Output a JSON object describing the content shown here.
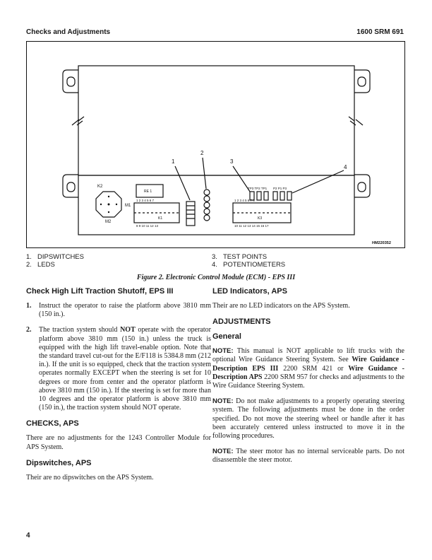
{
  "header": {
    "section": "Checks and Adjustments",
    "doc_id": "1600 SRM 691"
  },
  "figure": {
    "labels": {
      "k2": "K2",
      "m1": "M1",
      "m2": "M2",
      "re1": "RE 1",
      "k1": "K1",
      "k3": "K3",
      "tp": "TP3 TP2 TP1",
      "p": "P2  P1  P3",
      "pins_k1_top": "1  2  3  4  5  6  7",
      "pins_k1_bot": "8  9 10       11 12 13",
      "pins_k3_top": "1  2  3  4  5  6  7  8",
      "pins_k3_bot": "10 11 12 13     14 15 16 17",
      "code": "HM220352"
    },
    "callout_numbers": [
      "1",
      "2",
      "3",
      "4"
    ]
  },
  "callouts": [
    {
      "num": "1.",
      "text": "DIPSWITCHES"
    },
    {
      "num": "2.",
      "text": "LEDS"
    },
    {
      "num": "3.",
      "text": "TEST POINTS"
    },
    {
      "num": "4.",
      "text": "POTENTIOMETERS"
    }
  ],
  "caption": "Figure 2. Electronic Control Module (ECM) - EPS III",
  "left_col": {
    "h1": "Check High Lift Traction Shutoff, EPS III",
    "step1_num": "1.",
    "step1": "Instruct the operator to raise the platform above 3810 mm (150 in.).",
    "step2_num": "2.",
    "step2_a": "The traction system should ",
    "step2_bold": "NOT",
    "step2_b": " operate with the operator platform above 3810 mm (150 in.) unless the truck is equipped with the high lift travel-enable option. Note that the standard travel cut-out for the E/F118 is 5384.8 mm (212 in.). If the unit is so equipped, check that the traction system operates normally EXCEPT when the steering is set for 10 degrees or more from center and the operator platform is above 3810 mm (150 in.). If the steering is set for more than 10 degrees and the operator platform is above 3810 mm (150 in.), the traction system should NOT operate.",
    "h2": "CHECKS, APS",
    "p2": "There are no adjustments for the 1243 Controller Module for APS System.",
    "h3": "Dipswitches, APS",
    "p3": "Their are no dipswitches on the APS System."
  },
  "right_col": {
    "h1": "LED Indicators, APS",
    "p1": "Their are no LED indicators on the APS System.",
    "h2": "ADJUSTMENTS",
    "h3": "General",
    "note1_label": "NOTE:",
    "note1_a": " This manual is NOT applicable to lift trucks with the optional Wire Guidance Steering System. See ",
    "note1_b1": "Wire Guidance - Description EPS III",
    "note1_c": " 2200 SRM 421 or ",
    "note1_b2": "Wire Guidance - Description APS",
    "note1_d": " 2200 SRM 957 for checks and adjustments to the Wire Guidance Steering System.",
    "note2_label": "NOTE:",
    "note2": " Do not make adjustments to a properly operating steering system. The following adjustments must be done in the order specified. Do not move the steering wheel or handle after it has been accurately centered unless instructed to move it in the following procedures.",
    "note3_label": "NOTE:",
    "note3": " The steer motor has no internal serviceable parts. Do not disassemble the steer motor."
  },
  "page_number": "4"
}
